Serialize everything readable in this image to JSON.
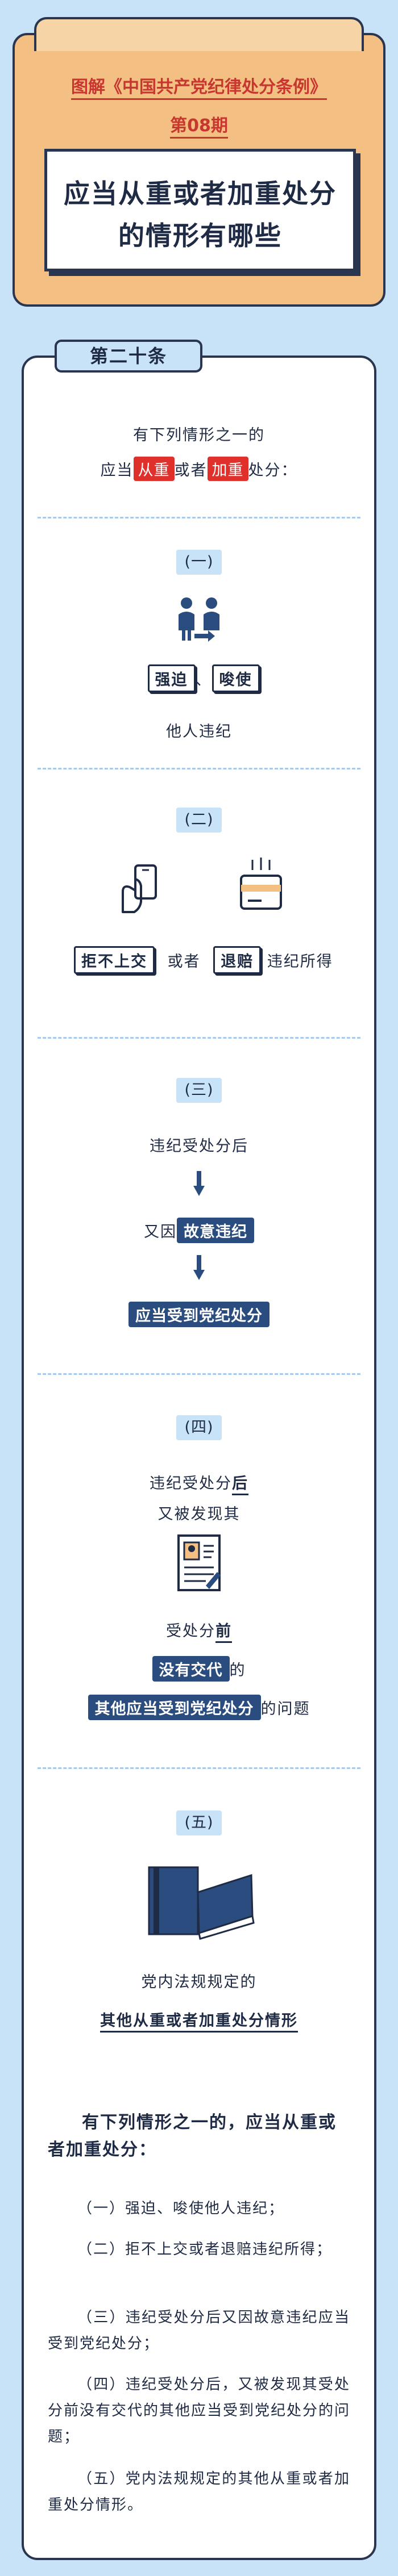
{
  "header": {
    "prefix": "图解",
    "series_name": "《中国共产党纪律处分条例》",
    "issue": "第08期",
    "title_line1": "应当从重或者加重处分",
    "title_line2": "的情形有哪些"
  },
  "article": {
    "tag": "第二十条",
    "intro_line1": "有下列情形之一的",
    "intro_pre": "应当",
    "intro_chip1": "从重",
    "intro_mid": "或者",
    "intro_chip2": "加重",
    "intro_post": "处分："
  },
  "sections": [
    {
      "num": "(一)",
      "chip1": "强迫",
      "sep": "、",
      "chip2": "唆使",
      "line": "他人违纪"
    },
    {
      "num": "(二)",
      "chip1": "拒不上交",
      "mid": "或者",
      "chip2": "退赔",
      "post": "违纪所得"
    },
    {
      "num": "(三)",
      "line1": "违纪受处分后",
      "line2_pre": "又因",
      "line2_chip": "故意违纪",
      "line3_chip": "应当受到党纪处分"
    },
    {
      "num": "(四)",
      "line1_pre": "违纪受处分",
      "line1_bold": "后",
      "line2": "又被发现其",
      "line3_pre": "受处分",
      "line3_bold": "前",
      "line4_chip": "没有交代",
      "line4_post": "的",
      "line5_chip": "其他应当受到党纪处分",
      "line5_post": "的问题"
    },
    {
      "num": "(五)",
      "line1": "党内法规规定的",
      "line2": "其他从重或者加重处分情形"
    }
  ],
  "summary": {
    "title": "有下列情形之一的，应当从重或者加重处分：",
    "items": [
      "（一）强迫、唆使他人违纪；",
      "（二）拒不上交或者退赔违纪所得；",
      "（三）违纪受处分后又因故意违纪应当受到党纪处分；",
      "（四）违纪受处分后，又被发现其受处分前没有交代的其他应当受到党纪处分的问题；",
      "（五）党内法规规定的其他从重或者加重处分情形。"
    ]
  },
  "colors": {
    "background": "#c8e2f7",
    "folder": "#f3bf82",
    "navy": "#2a3550",
    "accent_red": "#e0302c",
    "chip_navy": "#2b4c7e"
  },
  "icons": [
    "people-push-icon",
    "hand-phone-icon",
    "card-bill-icon",
    "document-profile-icon",
    "books-icon"
  ]
}
